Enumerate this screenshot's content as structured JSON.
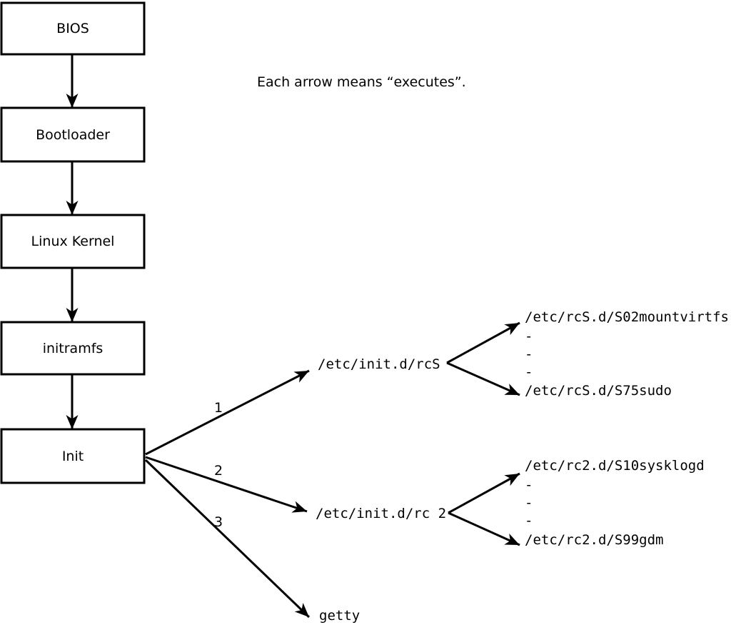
{
  "note": "Each arrow means “executes”.",
  "chain": [
    {
      "label": "BIOS"
    },
    {
      "label": "Bootloader"
    },
    {
      "label": "Linux Kernel"
    },
    {
      "label": "initramfs"
    },
    {
      "label": "Init"
    }
  ],
  "branches": [
    {
      "order": "1",
      "target": "/etc/init.d/rcS",
      "children": [
        "/etc/rcS.d/S02mountvirtfs",
        "-",
        "-",
        "-",
        "/etc/rcS.d/S75sudo"
      ]
    },
    {
      "order": "2",
      "target": "/etc/init.d/rc 2",
      "children": [
        "/etc/rc2.d/S10sysklogd",
        "-",
        "-",
        "-",
        "/etc/rc2.d/S99gdm"
      ]
    },
    {
      "order": "3",
      "target": "getty",
      "children": []
    }
  ],
  "colors": {
    "stroke": "#000000",
    "background": "#ffffff",
    "box_fill": "#ffffff"
  }
}
